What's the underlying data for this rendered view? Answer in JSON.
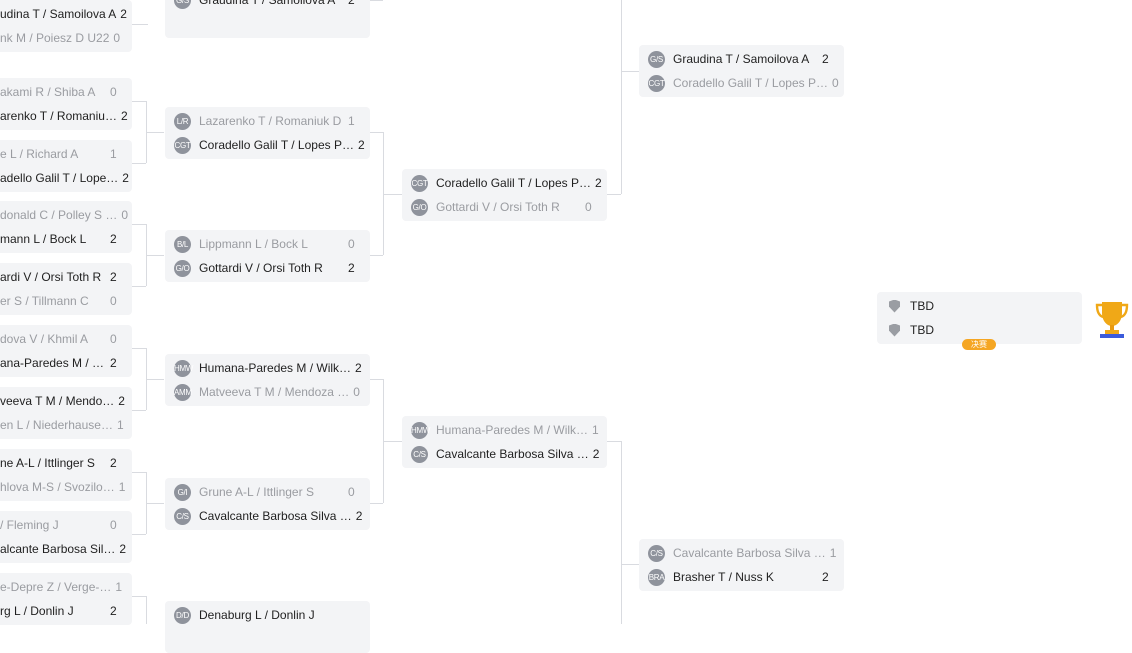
{
  "colors": {
    "card_bg": "#f3f4f6",
    "winner_text": "#1f1f1f",
    "loser_text": "#9a9ca1",
    "avatar_bg": "#8f939c",
    "badge_bg": "#f5a623",
    "trophy_gold": "#f0a817",
    "trophy_base": "#3b5bdb"
  },
  "matches": [
    {
      "teams": [
        {
          "abbr": "",
          "name": "udina T / Samoilova A",
          "score": "2",
          "winner": true
        },
        {
          "abbr": "",
          "name": "nk M / Poiesz D U22",
          "score": "0",
          "winner": false
        }
      ]
    },
    {
      "teams": [
        {
          "abbr": "",
          "name": "akami R / Shiba A",
          "score": "0",
          "winner": false
        },
        {
          "abbr": "",
          "name": "arenko T / Romaniu…",
          "score": "2",
          "winner": true
        }
      ]
    },
    {
      "teams": [
        {
          "abbr": "",
          "name": "e L / Richard A",
          "score": "1",
          "winner": false
        },
        {
          "abbr": "",
          "name": "adello Galil T / Lope…",
          "score": "2",
          "winner": true
        }
      ]
    },
    {
      "teams": [
        {
          "abbr": "",
          "name": "donald C / Polley S …",
          "score": "0",
          "winner": false
        },
        {
          "abbr": "",
          "name": "mann L / Bock L",
          "score": "2",
          "winner": true
        }
      ]
    },
    {
      "teams": [
        {
          "abbr": "",
          "name": "ardi V / Orsi Toth R",
          "score": "2",
          "winner": true
        },
        {
          "abbr": "",
          "name": "er S / Tillmann C",
          "score": "0",
          "winner": false
        }
      ]
    },
    {
      "teams": [
        {
          "abbr": "",
          "name": "dova V / Khmil A",
          "score": "0",
          "winner": false
        },
        {
          "abbr": "",
          "name": "ana-Paredes M / …",
          "score": "2",
          "winner": true
        }
      ]
    },
    {
      "teams": [
        {
          "abbr": "",
          "name": "veeva T M / Mendo…",
          "score": "2",
          "winner": true
        },
        {
          "abbr": "",
          "name": "en L / Niederhause…",
          "score": "1",
          "winner": false
        }
      ]
    },
    {
      "teams": [
        {
          "abbr": "",
          "name": "ne A-L / Ittlinger S",
          "score": "2",
          "winner": true
        },
        {
          "abbr": "",
          "name": "hlova M-S / Svozilo…",
          "score": "1",
          "winner": false
        }
      ]
    },
    {
      "teams": [
        {
          "abbr": "",
          "name": "/ Fleming J",
          "score": "0",
          "winner": false
        },
        {
          "abbr": "",
          "name": "alcante Barbosa Sil…",
          "score": "2",
          "winner": true
        }
      ]
    },
    {
      "teams": [
        {
          "abbr": "",
          "name": "e-Depre Z / Verge-…",
          "score": "1",
          "winner": false
        },
        {
          "abbr": "",
          "name": "rg L / Donlin J",
          "score": "2",
          "winner": true
        }
      ]
    },
    {
      "teams": [
        {
          "abbr": "G/S",
          "name": "Graudina T / Samoilova A",
          "score": "2",
          "winner": true
        },
        {
          "abbr": "",
          "name": "",
          "score": "",
          "winner": false
        }
      ]
    },
    {
      "teams": [
        {
          "abbr": "L/R",
          "name": "Lazarenko T / Romaniuk D",
          "score": "1",
          "winner": false
        },
        {
          "abbr": "CGT",
          "name": "Coradello Galil T / Lopes P…",
          "score": "2",
          "winner": true
        }
      ]
    },
    {
      "teams": [
        {
          "abbr": "B/L",
          "name": "Lippmann L / Bock L",
          "score": "0",
          "winner": false
        },
        {
          "abbr": "G/O",
          "name": "Gottardi V / Orsi Toth R",
          "score": "2",
          "winner": true
        }
      ]
    },
    {
      "teams": [
        {
          "abbr": "HMW",
          "name": "Humana-Paredes M / Wilk…",
          "score": "2",
          "winner": true
        },
        {
          "abbr": "AMM",
          "name": "Matveeva T M / Mendoza …",
          "score": "0",
          "winner": false
        }
      ]
    },
    {
      "teams": [
        {
          "abbr": "G/I",
          "name": "Grune A-L / Ittlinger S",
          "score": "0",
          "winner": false
        },
        {
          "abbr": "C/S",
          "name": "Cavalcante Barbosa Silva …",
          "score": "2",
          "winner": true
        }
      ]
    },
    {
      "teams": [
        {
          "abbr": "D/D",
          "name": "Denaburg L / Donlin J",
          "score": "",
          "winner": true
        },
        {
          "abbr": "",
          "name": "",
          "score": "",
          "winner": false
        }
      ]
    },
    {
      "teams": [
        {
          "abbr": "CGT",
          "name": "Coradello Galil T / Lopes P…",
          "score": "2",
          "winner": true
        },
        {
          "abbr": "G/O",
          "name": "Gottardi V / Orsi Toth R",
          "score": "0",
          "winner": false
        }
      ]
    },
    {
      "teams": [
        {
          "abbr": "HMW",
          "name": "Humana-Paredes M / Wilk…",
          "score": "1",
          "winner": false
        },
        {
          "abbr": "C/S",
          "name": "Cavalcante Barbosa Silva …",
          "score": "2",
          "winner": true
        }
      ]
    },
    {
      "teams": [
        {
          "abbr": "G/S",
          "name": "Graudina T / Samoilova A",
          "score": "2",
          "winner": true
        },
        {
          "abbr": "CGT",
          "name": "Coradello Galil T / Lopes P…",
          "score": "0",
          "winner": false
        }
      ]
    },
    {
      "teams": [
        {
          "abbr": "C/S",
          "name": "Cavalcante Barbosa Silva …",
          "score": "1",
          "winner": false
        },
        {
          "abbr": "BRA",
          "name": "Brasher T / Nuss K",
          "score": "2",
          "winner": true
        }
      ]
    }
  ],
  "final": {
    "team1": "TBD",
    "team2": "TBD",
    "badge": "决赛"
  }
}
